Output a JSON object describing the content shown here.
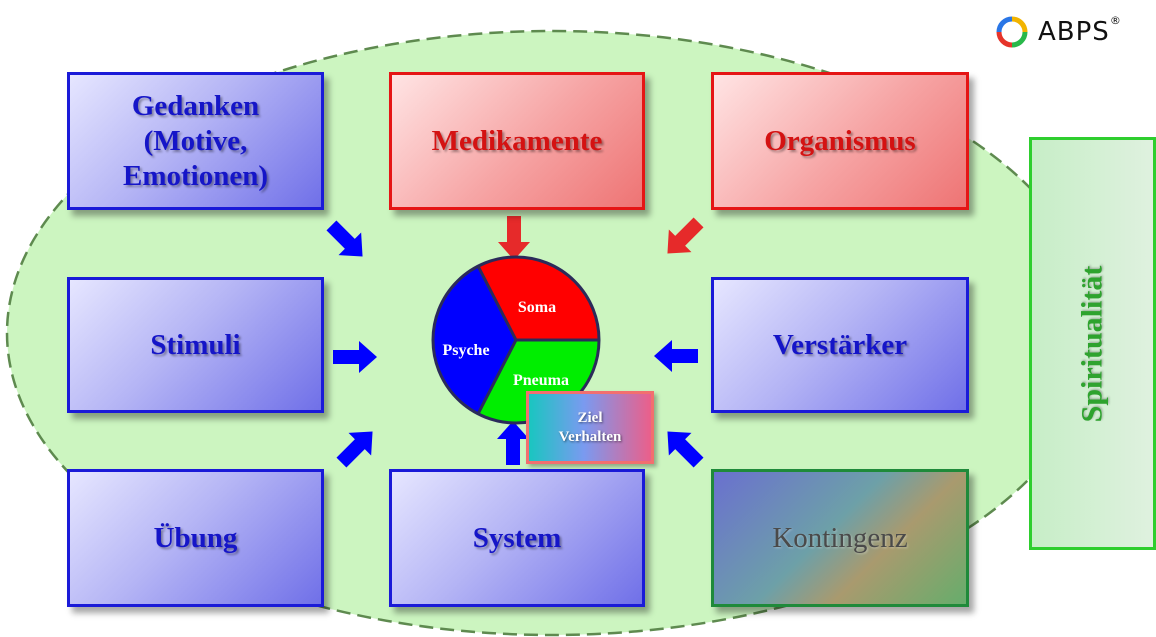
{
  "boxes": {
    "gedanken": "Gedanken\n(Motive,\nEmotionen)",
    "medikamente": "Medikamente",
    "organismus": "Organismus",
    "stimuli": "Stimuli",
    "verstaerker": "Verstärker",
    "uebung": "Übung",
    "system": "System",
    "kontingenz": "Kontingenz",
    "spiritualitaet": "Spiritualität"
  },
  "circle": {
    "soma": "Soma",
    "psyche": "Psyche",
    "pneuma": "Pneuma"
  },
  "ziel": "Ziel\nVerhalten",
  "logo": {
    "text": "ABPS",
    "reg": "®"
  },
  "colors": {
    "soma": "#ff0000",
    "psyche": "#0000ff",
    "pneuma": "#00ee00",
    "blue_arrow": "#0000ff",
    "red_arrow": "#e62a2a",
    "ellipse": "#ccf5c0"
  }
}
